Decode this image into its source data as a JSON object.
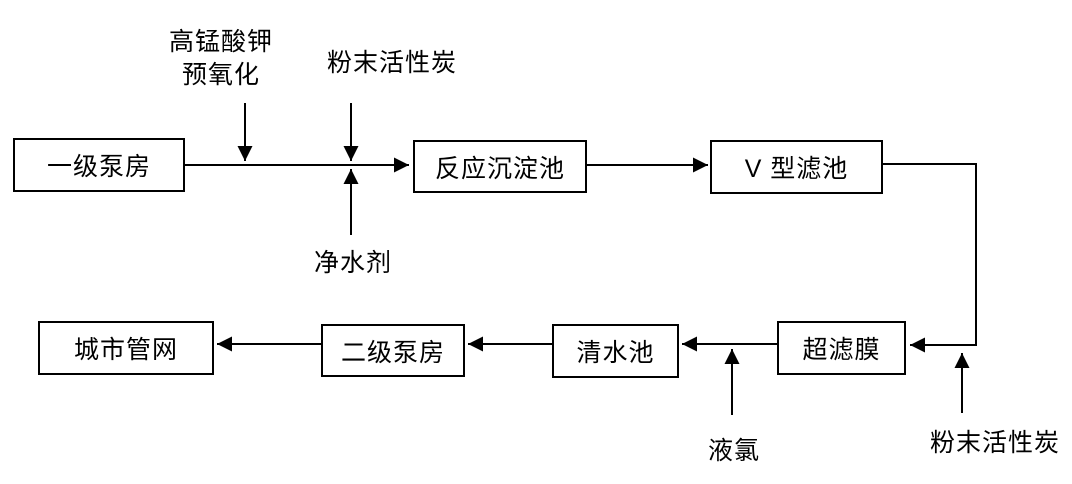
{
  "diagram": {
    "title": "water-treatment-process-flowchart",
    "nodes": {
      "primary_pump": {
        "label": "一级泵房"
      },
      "reaction_tank": {
        "label": "反应沉淀池"
      },
      "v_filter": {
        "label": "V 型滤池"
      },
      "ultrafilter": {
        "label": "超滤膜"
      },
      "clear_water": {
        "label": "清水池"
      },
      "secondary_pump": {
        "label": "二级泵房"
      },
      "city_network": {
        "label": "城市管网"
      }
    },
    "annotations": {
      "permanganate": {
        "line1": "高锰酸钾",
        "line2": "预氧化"
      },
      "carbon_top": {
        "label": "粉末活性炭"
      },
      "purifier": {
        "label": "净水剂"
      },
      "chlorine": {
        "label": "液氯"
      },
      "carbon_right": {
        "label": "粉末活性炭"
      }
    },
    "colors": {
      "line": "#000000",
      "background": "#ffffff",
      "text": "#000000"
    }
  }
}
